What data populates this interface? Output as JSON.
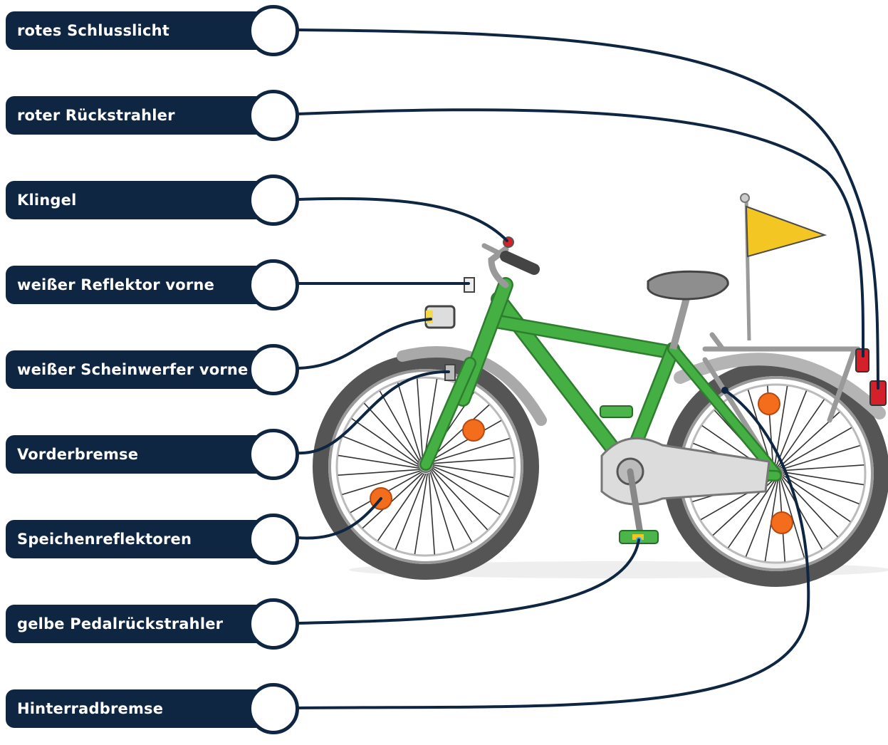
{
  "labels": [
    {
      "id": "tail-light",
      "text": "rotes Schlusslicht"
    },
    {
      "id": "rear-reflector",
      "text": "roter Rückstrahler"
    },
    {
      "id": "bell",
      "text": "Klingel"
    },
    {
      "id": "front-reflector",
      "text": "weißer Reflektor vorne"
    },
    {
      "id": "headlight",
      "text": "weißer Scheinwerfer vorne"
    },
    {
      "id": "front-brake",
      "text": "Vorderbremse"
    },
    {
      "id": "spoke-reflectors",
      "text": "Speichenreflektoren"
    },
    {
      "id": "pedal-reflectors",
      "text": "gelbe Pedalrückstrahler"
    },
    {
      "id": "rear-brake",
      "text": "Hinterradbremse"
    }
  ],
  "colors": {
    "label_bg": "#0f2643",
    "label_text": "#ffffff",
    "connector": "#0f2643",
    "frame": "#3aa83a",
    "flag": "#f3c623",
    "spoke_reflector": "#f36d1c",
    "tail_light": "#d4202a"
  }
}
